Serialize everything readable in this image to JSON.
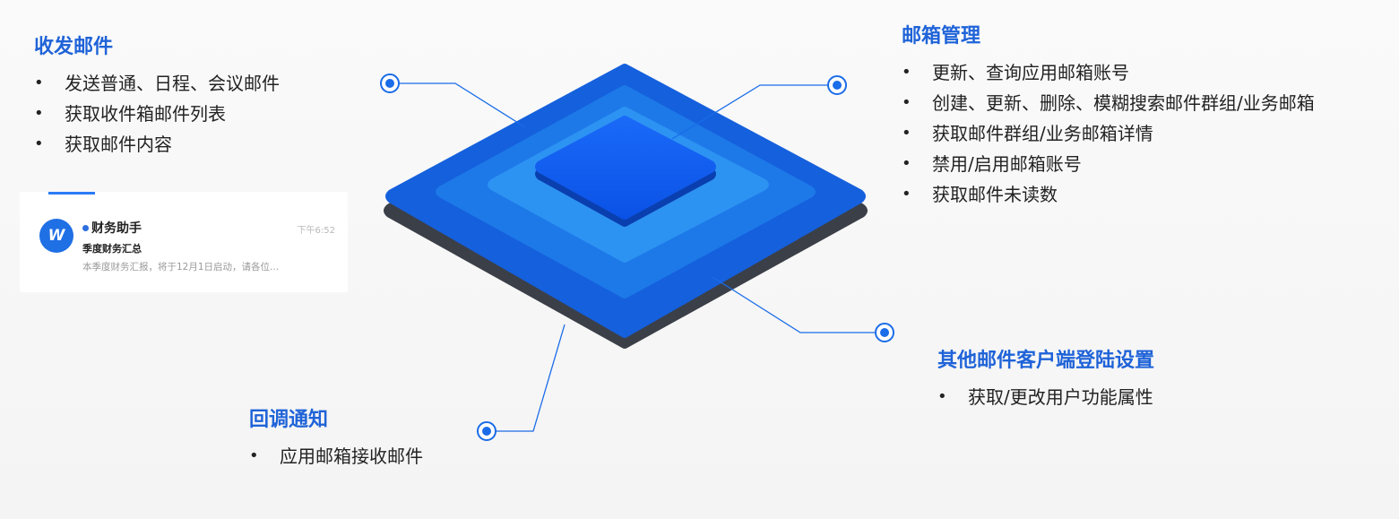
{
  "sections": {
    "send": {
      "title": "收发邮件",
      "items": [
        "发送普通、日程、会议邮件",
        "获取收件箱邮件列表",
        "获取邮件内容"
      ]
    },
    "manage": {
      "title": "邮箱管理",
      "items": [
        "更新、查询应用邮箱账号",
        "创建、更新、删除、模糊搜索邮件群组/业务邮箱",
        "获取邮件群组/业务邮箱详情",
        "禁用/启用邮箱账号",
        "获取邮件未读数"
      ]
    },
    "other": {
      "title": "其他邮件客户端登陆设置",
      "items": [
        "获取/更改用户功能属性"
      ]
    },
    "callback": {
      "title": "回调通知",
      "items": [
        "应用邮箱接收邮件"
      ]
    }
  },
  "notification": {
    "sender": "财务助手",
    "time": "下午6:52",
    "subject": "季度财务汇总",
    "preview": "本季度财务汇报，将于12月1日启动，请各位..."
  },
  "colors": {
    "title": "#1f63d8",
    "accent": "#1a6ce8",
    "layer_outer": "#1560dd",
    "layer_2": "#1d79e8",
    "layer_3": "#2d93f3",
    "layer_core": "#0a5cf0",
    "shadow": "#3b3f48"
  }
}
